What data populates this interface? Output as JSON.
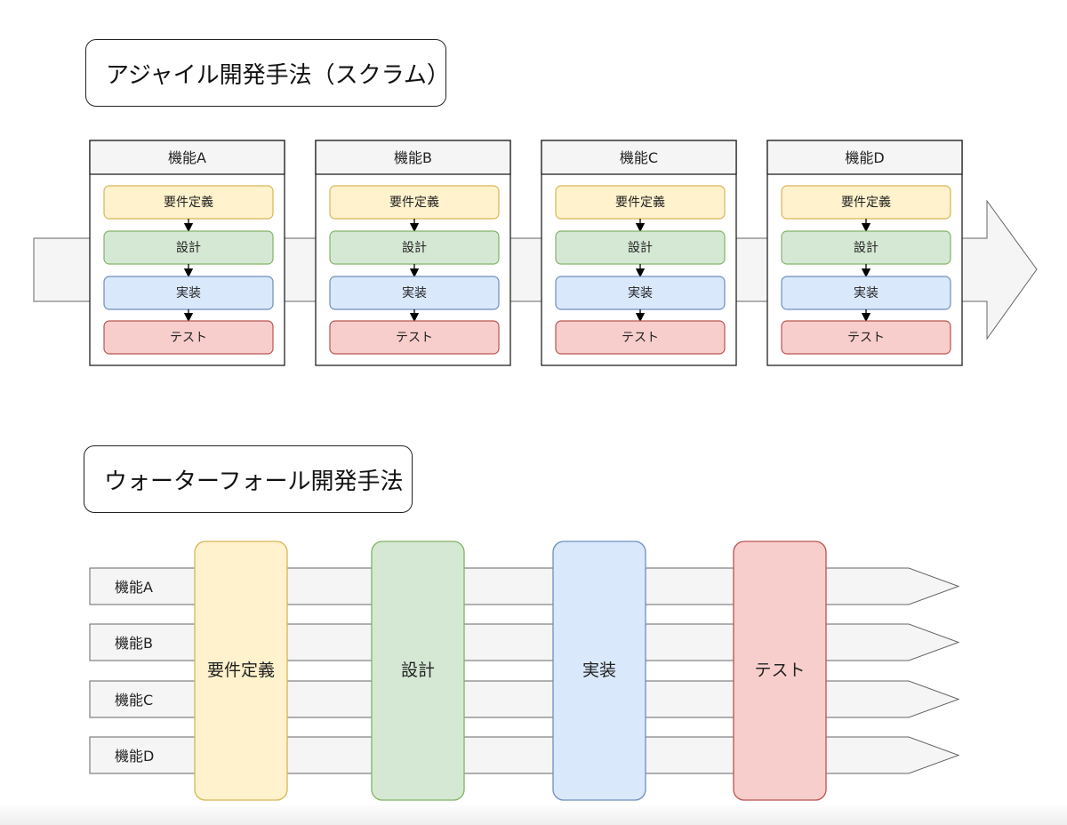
{
  "agile": {
    "title": "アジャイル開発手法（スクラム）",
    "features": [
      {
        "name": "機能A",
        "steps": [
          "要件定義",
          "設計",
          "実装",
          "テスト"
        ]
      },
      {
        "name": "機能B",
        "steps": [
          "要件定義",
          "設計",
          "実装",
          "テスト"
        ]
      },
      {
        "name": "機能C",
        "steps": [
          "要件定義",
          "設計",
          "実装",
          "テスト"
        ]
      },
      {
        "name": "機能D",
        "steps": [
          "要件定義",
          "設計",
          "実装",
          "テスト"
        ]
      }
    ]
  },
  "waterfall": {
    "title": "ウォーターフォール開発手法",
    "features": [
      "機能A",
      "機能B",
      "機能C",
      "機能D"
    ],
    "phases": [
      "要件定義",
      "設計",
      "実装",
      "テスト"
    ]
  },
  "colors": {
    "requirements": {
      "fill": "#fff2cc",
      "stroke": "#d6b656"
    },
    "design": {
      "fill": "#d5e8d4",
      "stroke": "#82b366"
    },
    "implementation": {
      "fill": "#dae8fc",
      "stroke": "#6c8ebf"
    },
    "test": {
      "fill": "#f8cecc",
      "stroke": "#b85450"
    },
    "arrow": {
      "fill": "#f5f5f5",
      "stroke": "#666666"
    },
    "header": {
      "fill": "#f5f5f5",
      "stroke": "#222222"
    }
  }
}
